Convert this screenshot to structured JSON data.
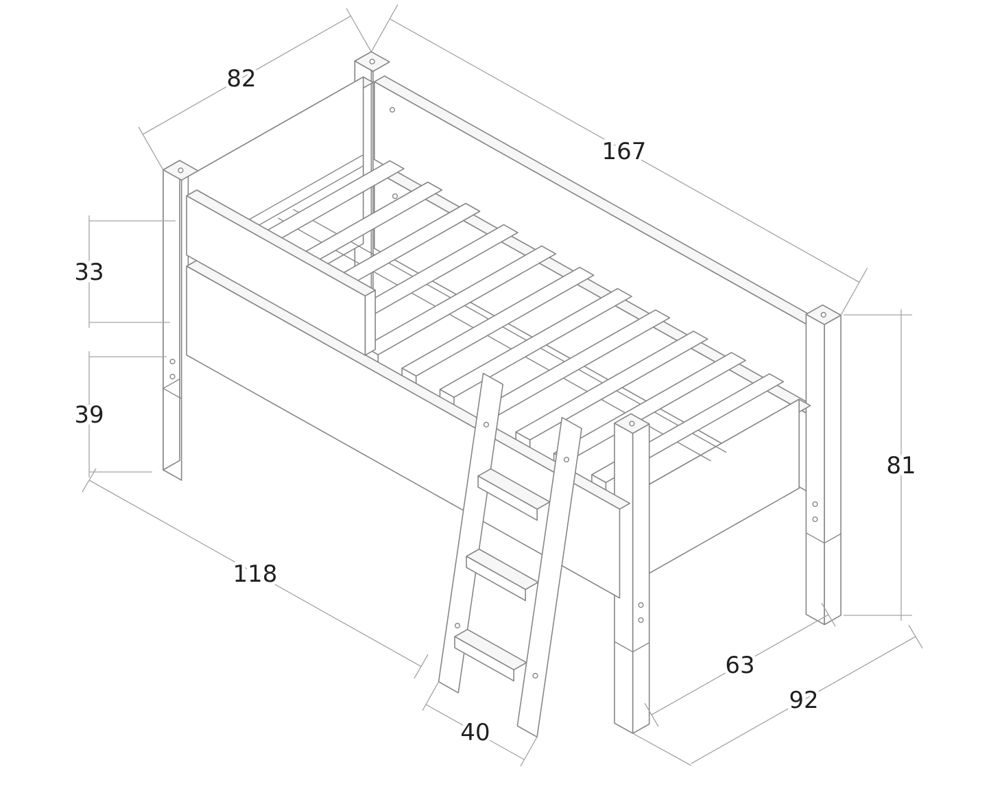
{
  "diagram": {
    "type": "isometric-dimension-drawing",
    "subject": "half-high-kids-bed-with-ladder",
    "unit_labels_visible": false
  },
  "dimensions": {
    "d82": "82",
    "d167": "167",
    "d33": "33",
    "d39": "39",
    "d118": "118",
    "d40": "40",
    "d63": "63",
    "d92": "92",
    "d81": "81"
  },
  "colors": {
    "outline": "#868686",
    "dimline": "#a3a3a3",
    "text": "#1f1f1f",
    "bg": "#ffffff",
    "topface": "#f6f6f6"
  }
}
